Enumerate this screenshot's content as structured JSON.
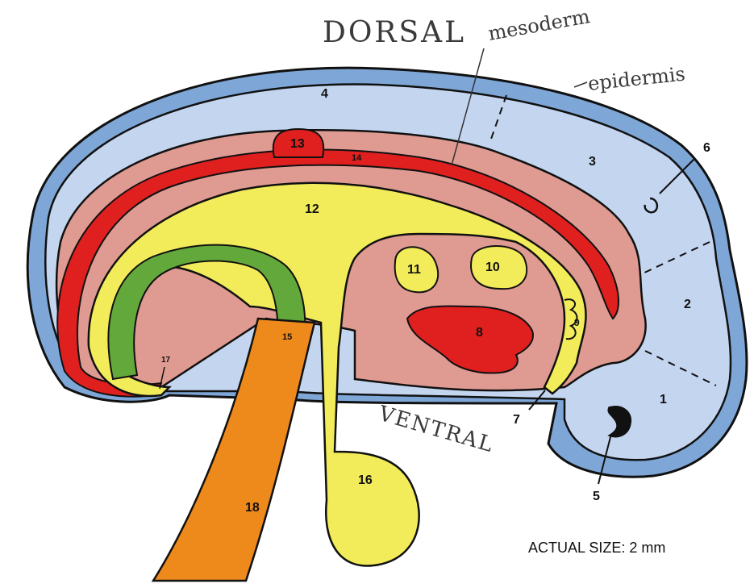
{
  "colors": {
    "epidermis": "#7ea7d8",
    "neural_tissue": "#c4d6ef",
    "mesoderm": "#df9a92",
    "mesoderm_dark": "#e01f1f",
    "endoderm": "#f3ec5a",
    "green_tube": "#63a83a",
    "orange_stalk": "#ee8a1c",
    "outline": "#111111",
    "background": "#ffffff"
  },
  "labels": {
    "dorsal": "DORSAL",
    "ventral": "VENTRAL",
    "mesoderm": "mesoderm",
    "epidermis": "epidermis",
    "actual_size": "ACTUAL SIZE: 2 mm"
  },
  "numbers": {
    "n1": "1",
    "n2": "2",
    "n3": "3",
    "n4": "4",
    "n5": "5",
    "n6": "6",
    "n7": "7",
    "n8": "8",
    "n9": "9",
    "n10": "10",
    "n11": "11",
    "n12": "12",
    "n13": "13",
    "n14": "14",
    "n15": "15",
    "n16": "16",
    "n17": "17",
    "n18": "18"
  }
}
